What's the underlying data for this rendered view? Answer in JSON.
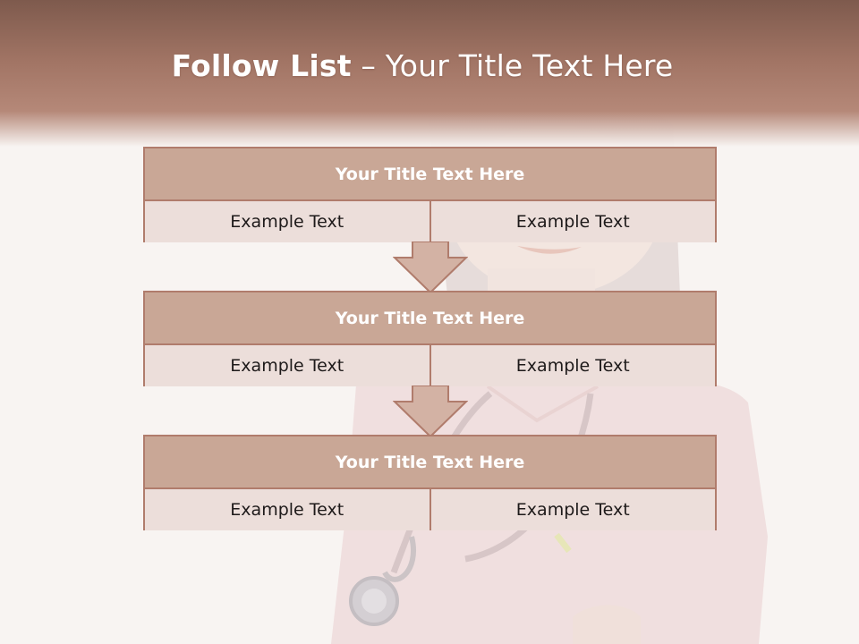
{
  "slide": {
    "title_bold": "Follow List",
    "title_rest": "– Your Title Text Here"
  },
  "steps": [
    {
      "title": "Your Title Text Here",
      "left": "Example Text",
      "right": "Example Text"
    },
    {
      "title": "Your Title Text Here",
      "left": "Example Text",
      "right": "Example Text"
    },
    {
      "title": "Your Title Text Here",
      "left": "Example Text",
      "right": "Example Text"
    }
  ],
  "colors": {
    "header_band": "#a27565",
    "block_header": "#c9a796",
    "block_cell": "#ecdeda",
    "border": "#b07c6c",
    "arrow_fill": "#d3b2a4"
  }
}
